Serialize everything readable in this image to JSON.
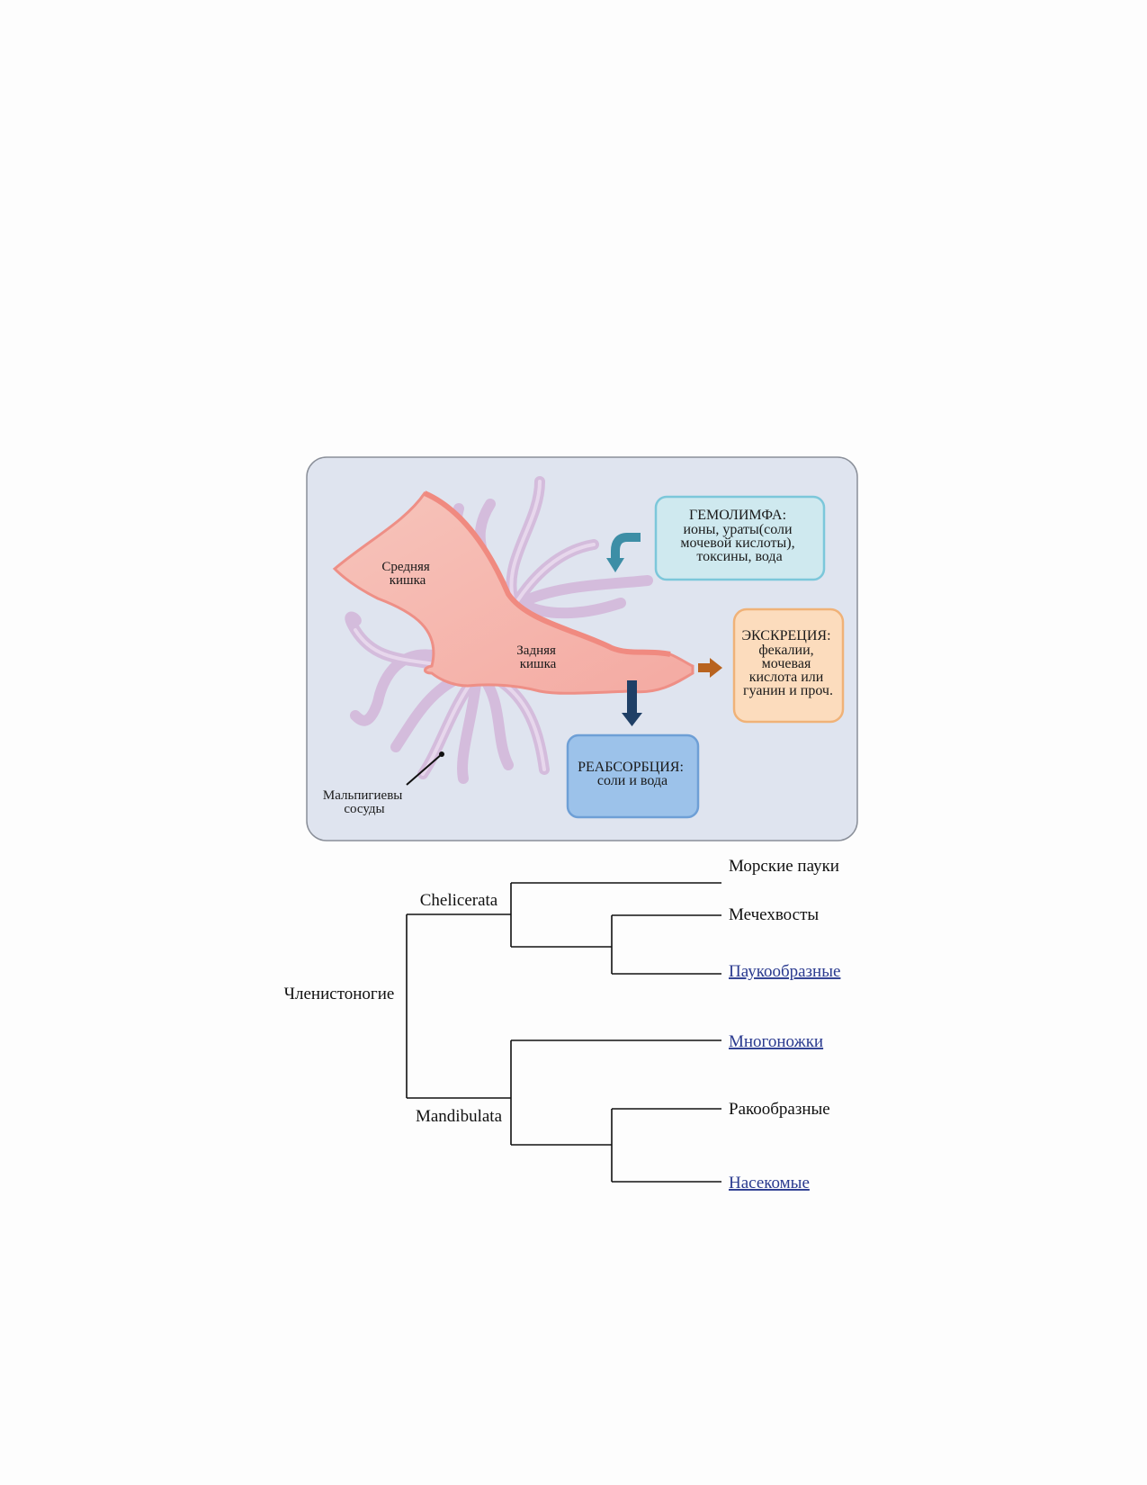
{
  "diagram": {
    "midgut_label": [
      "Средняя",
      "кишка"
    ],
    "hindgut_label": [
      "Задняя",
      "кишка"
    ],
    "malpighian_label": [
      "Мальпигиевы",
      "сосуды"
    ],
    "hemolymph": {
      "title": "ГЕМОЛИМФА:",
      "lines": [
        "ионы, ураты(соли",
        "мочевой кислоты),",
        "токсины, вода"
      ],
      "color": "#cfe9ef",
      "border": "#7cc7da"
    },
    "excretion": {
      "title": "ЭКСКРЕЦИЯ:",
      "lines": [
        "фекалии,",
        "мочевая",
        "кислота или",
        "гуанин и проч."
      ],
      "color": "#fcdcbd",
      "border": "#f0b278"
    },
    "reabsorption": {
      "title": "РЕАБСОРБЦИЯ:",
      "lines": [
        "соли и вода"
      ],
      "color": "#9cc2ea",
      "border": "#6e9fd6"
    },
    "panel_background": "#dfe4ef",
    "gut_color": "#f7b8ae",
    "tubule_color": "#d4bcdc"
  },
  "tree": {
    "root": "Членистоногие",
    "clade_a": "Chelicerata",
    "clade_b": "Mandibulata",
    "leaves": [
      {
        "label": "Морские пауки",
        "link": false
      },
      {
        "label": "Мечехвосты",
        "link": false
      },
      {
        "label": "Паукообразные",
        "link": true
      },
      {
        "label": "Многоножки",
        "link": true
      },
      {
        "label": "Ракообразные",
        "link": false
      },
      {
        "label": "Насекомые",
        "link": true
      }
    ]
  }
}
